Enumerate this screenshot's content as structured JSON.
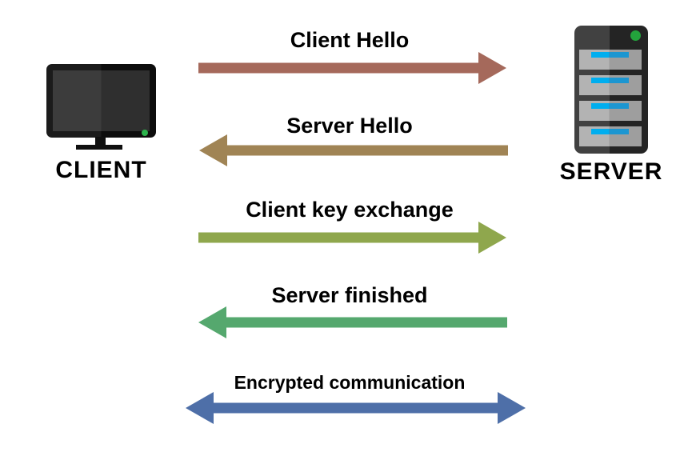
{
  "client": {
    "label": "CLIENT"
  },
  "server": {
    "label": "SERVER"
  },
  "messages": [
    {
      "label": "Client Hello",
      "direction": "right",
      "color": "#a5695b"
    },
    {
      "label": "Server Hello",
      "direction": "left",
      "color": "#a08455"
    },
    {
      "label": "Client key exchange",
      "direction": "right",
      "color": "#8fa74d"
    },
    {
      "label": "Server finished",
      "direction": "left",
      "color": "#55a86e"
    },
    {
      "label": "Encrypted communication",
      "direction": "both",
      "color": "#4e6fa8"
    }
  ],
  "colors": {
    "client-led-green": "#2bb34b",
    "server-led-green": "#23a33c",
    "drive-bar-blue": "#00aeef",
    "drive-bar-blue-shaded": "#1c96d1"
  }
}
